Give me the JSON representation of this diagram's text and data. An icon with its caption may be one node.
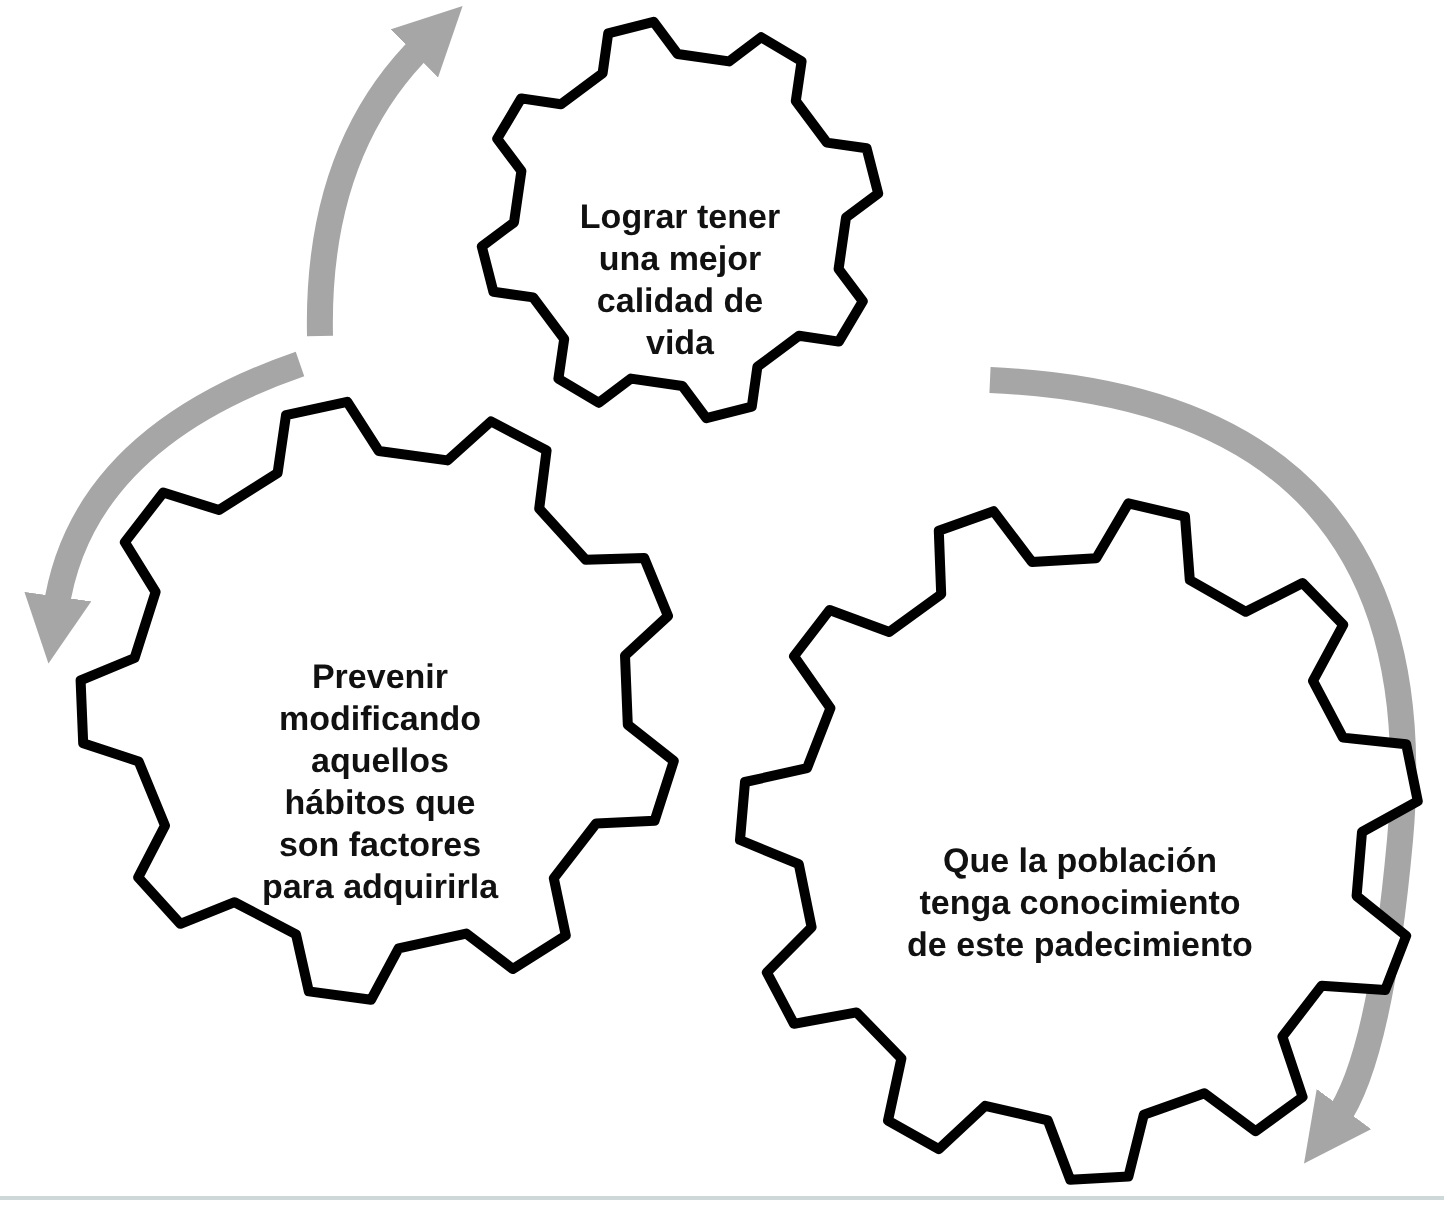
{
  "diagram": {
    "nodes": [
      {
        "text": [
          "Lograr tener una mejor calidad de vida"
        ]
      },
      {
        "text": [
          "Prevenir modificando aquellos hábitos que son factores para adquirirla"
        ]
      },
      {
        "text": [
          "Que la población tenga conocimiento de este padecimiento"
        ]
      }
    ]
  }
}
